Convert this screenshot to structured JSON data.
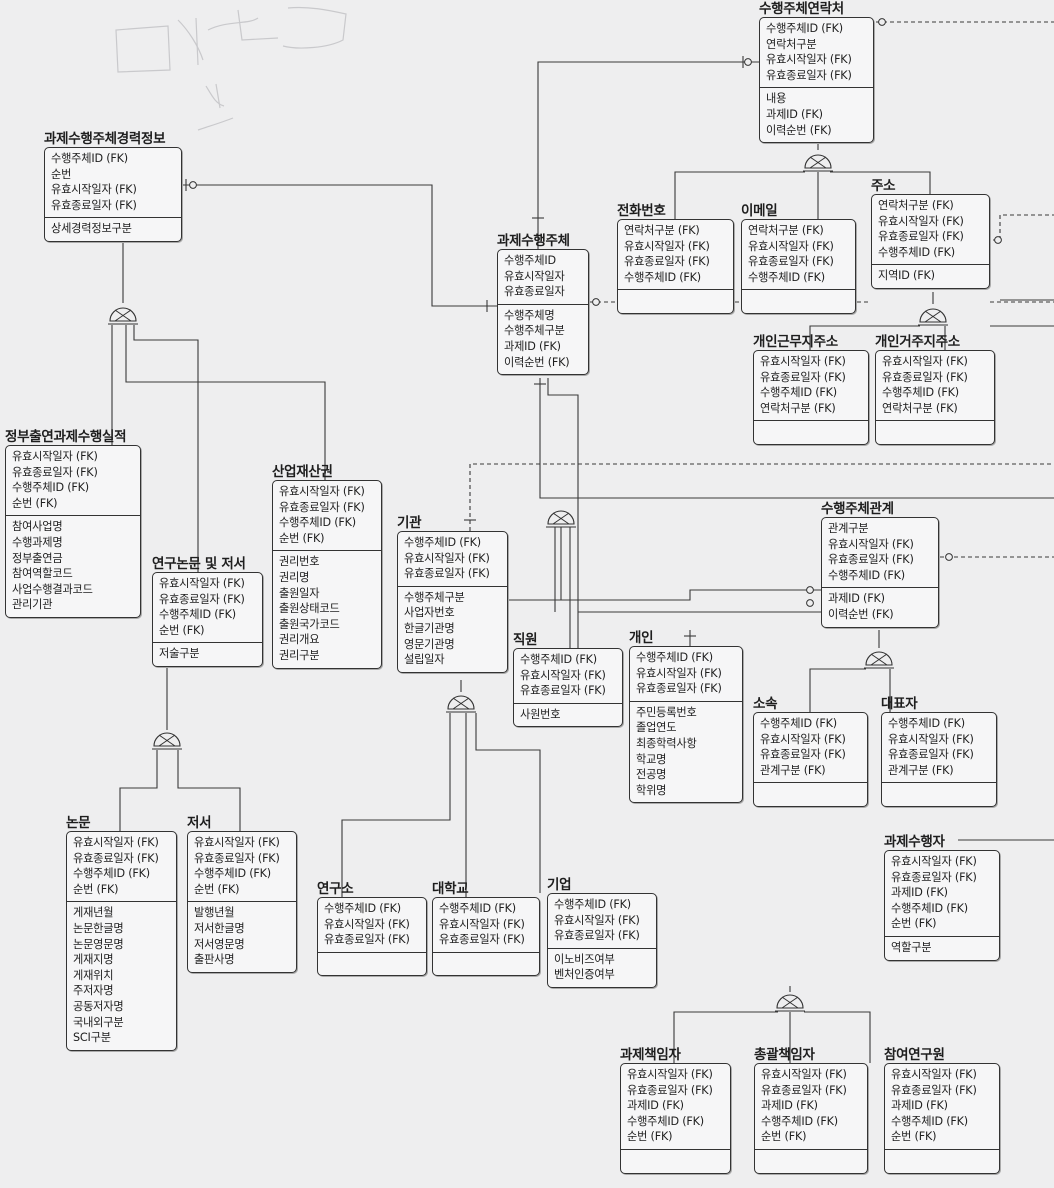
{
  "entities": [
    {
      "id": "contact",
      "title": "수행주체연락처",
      "keys": [
        "수행주체ID (FK)",
        "연락처구분",
        "유효시작일자 (FK)",
        "유효종료일자 (FK)"
      ],
      "attrs": [
        "내용",
        "과제ID (FK)",
        "이력순번 (FK)"
      ]
    },
    {
      "id": "career",
      "title": "과제수행주체경력정보",
      "keys": [
        "수행주체ID (FK)",
        "순번",
        "유효시작일자 (FK)",
        "유효종료일자 (FK)"
      ],
      "attrs": [
        "상세경력정보구분"
      ]
    },
    {
      "id": "subject",
      "title": "과제수행주체",
      "keys": [
        "수행주체ID",
        "유효시작일자",
        "유효종료일자"
      ],
      "attrs": [
        "수행주체명",
        "수행주체구분",
        "과제ID (FK)",
        "이력순번 (FK)"
      ]
    },
    {
      "id": "phone",
      "title": "전화번호",
      "keys": [
        "연락처구분 (FK)",
        "유효시작일자 (FK)",
        "유효종료일자 (FK)",
        "수행주체ID (FK)"
      ],
      "attrs": [
        ""
      ]
    },
    {
      "id": "email",
      "title": "이메일",
      "keys": [
        "연락처구분 (FK)",
        "유효시작일자 (FK)",
        "유효종료일자 (FK)",
        "수행주체ID (FK)"
      ],
      "attrs": [
        ""
      ]
    },
    {
      "id": "address",
      "title": "주소",
      "keys": [
        "연락처구분 (FK)",
        "유효시작일자 (FK)",
        "유효종료일자 (FK)",
        "수행주체ID (FK)"
      ],
      "attrs": [
        "지역ID (FK)"
      ]
    },
    {
      "id": "work_addr",
      "title": "개인근무지주소",
      "keys": [
        "유효시작일자 (FK)",
        "유효종료일자 (FK)",
        "수행주체ID (FK)",
        "연락처구분 (FK)"
      ],
      "attrs": [
        ""
      ]
    },
    {
      "id": "home_addr",
      "title": "개인거주지주소",
      "keys": [
        "유효시작일자 (FK)",
        "유효종료일자 (FK)",
        "수행주체ID (FK)",
        "연락처구분 (FK)"
      ],
      "attrs": [
        ""
      ]
    },
    {
      "id": "gov",
      "title": "정부출연과제수행실적",
      "keys": [
        "유효시작일자 (FK)",
        "유효종료일자 (FK)",
        "수행주체ID (FK)",
        "순번 (FK)"
      ],
      "attrs": [
        "참여사업명",
        "수행과제명",
        "정부출연금",
        "참여역할코드",
        "사업수행결과코드",
        "관리기관"
      ]
    },
    {
      "id": "ip",
      "title": "산업재산권",
      "keys": [
        "유효시작일자 (FK)",
        "유효종료일자 (FK)",
        "수행주체ID (FK)",
        "순번 (FK)"
      ],
      "attrs": [
        "권리번호",
        "권리명",
        "출원일자",
        "출원상태코드",
        "출원국가코드",
        "권리개요",
        "권리구분"
      ]
    },
    {
      "id": "org",
      "title": "기관",
      "keys": [
        "수행주체ID (FK)",
        "유효시작일자 (FK)",
        "유효종료일자 (FK)"
      ],
      "attrs": [
        "수행주체구분",
        "사업자번호",
        "한글기관명",
        "영문기관명",
        "설립일자"
      ]
    },
    {
      "id": "relation",
      "title": "수행주체관계",
      "keys": [
        "관계구분",
        "유효시작일자 (FK)",
        "유효종료일자 (FK)",
        "수행주체ID (FK)"
      ],
      "attrs": [
        "과제ID (FK)",
        "이력순번 (FK)"
      ]
    },
    {
      "id": "pubs",
      "title": "연구논문 및 저서",
      "keys": [
        "유효시작일자 (FK)",
        "유효종료일자 (FK)",
        "수행주체ID (FK)",
        "순번 (FK)"
      ],
      "attrs": [
        "저술구분"
      ]
    },
    {
      "id": "staff",
      "title": "직원",
      "keys": [
        "수행주체ID (FK)",
        "유효시작일자 (FK)",
        "유효종료일자 (FK)"
      ],
      "attrs": [
        "사원번호"
      ]
    },
    {
      "id": "person",
      "title": "개인",
      "keys": [
        "수행주체ID (FK)",
        "유효시작일자 (FK)",
        "유효종료일자 (FK)"
      ],
      "attrs": [
        "주민등록번호",
        "졸업연도",
        "최종학력사항",
        "학교명",
        "전공명",
        "학위명"
      ]
    },
    {
      "id": "affil",
      "title": "소속",
      "keys": [
        "수행주체ID (FK)",
        "유효시작일자 (FK)",
        "유효종료일자 (FK)",
        "관계구분 (FK)"
      ],
      "attrs": [
        ""
      ]
    },
    {
      "id": "rep",
      "title": "대표자",
      "keys": [
        "수행주체ID (FK)",
        "유효시작일자 (FK)",
        "유효종료일자 (FK)",
        "관계구분 (FK)"
      ],
      "attrs": [
        ""
      ]
    },
    {
      "id": "paper",
      "title": "논문",
      "keys": [
        "유효시작일자 (FK)",
        "유효종료일자 (FK)",
        "수행주체ID (FK)",
        "순번 (FK)"
      ],
      "attrs": [
        "게재년월",
        "논문한글명",
        "논문영문명",
        "게재지명",
        "게재위치",
        "주저자명",
        "공동저자명",
        "국내외구분",
        "SCI구분"
      ]
    },
    {
      "id": "book",
      "title": "저서",
      "keys": [
        "유효시작일자 (FK)",
        "유효종료일자 (FK)",
        "수행주체ID (FK)",
        "순번 (FK)"
      ],
      "attrs": [
        "발행년월",
        "저서한글명",
        "저서영문명",
        "출판사명"
      ]
    },
    {
      "id": "performer",
      "title": "과제수행자",
      "keys": [
        "유효시작일자 (FK)",
        "유효종료일자 (FK)",
        "과제ID (FK)",
        "수행주체ID (FK)",
        "순번 (FK)"
      ],
      "attrs": [
        "역할구분"
      ]
    },
    {
      "id": "lab",
      "title": "연구소",
      "keys": [
        "수행주체ID (FK)",
        "유효시작일자 (FK)",
        "유효종료일자 (FK)"
      ],
      "attrs": [
        ""
      ]
    },
    {
      "id": "univ",
      "title": "대학교",
      "keys": [
        "수행주체ID (FK)",
        "유효시작일자 (FK)",
        "유효종료일자 (FK)"
      ],
      "attrs": [
        ""
      ]
    },
    {
      "id": "company",
      "title": "기업",
      "keys": [
        "수행주체ID (FK)",
        "유효시작일자 (FK)",
        "유효종료일자 (FK)"
      ],
      "attrs": [
        "이노비즈여부",
        "벤처인증여부"
      ]
    },
    {
      "id": "pi",
      "title": "과제책임자",
      "keys": [
        "유효시작일자 (FK)",
        "유효종료일자 (FK)",
        "과제ID (FK)",
        "수행주체ID (FK)",
        "순번 (FK)"
      ],
      "attrs": [
        ""
      ]
    },
    {
      "id": "gpi",
      "title": "총괄책임자",
      "keys": [
        "유효시작일자 (FK)",
        "유효종료일자 (FK)",
        "과제ID (FK)",
        "수행주체ID (FK)",
        "순번 (FK)"
      ],
      "attrs": [
        ""
      ]
    },
    {
      "id": "researcher",
      "title": "참여연구원",
      "keys": [
        "유효시작일자 (FK)",
        "유효종료일자 (FK)",
        "과제ID (FK)",
        "수행주체ID (FK)",
        "순번 (FK)"
      ],
      "attrs": [
        ""
      ]
    }
  ]
}
